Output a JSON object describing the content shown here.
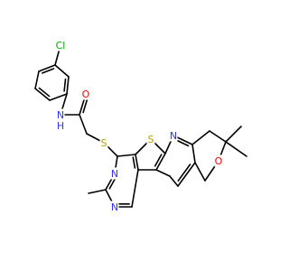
{
  "diagram": {
    "type": "chemical-structure",
    "colors": {
      "background": "#ffffff",
      "bond": "#000000",
      "carbon": "#000000",
      "nitrogen": "#3333ff",
      "oxygen": "#ff0000",
      "sulfur": "#b8a000",
      "chlorine": "#00a800"
    },
    "atom_labels": {
      "cl": "Cl",
      "nh_n": "N",
      "nh_h": "H",
      "carbonyl_o": "O",
      "thioether_s": "S",
      "thiophene_s": "S",
      "pyridine_n": "N",
      "pyrimidine_n_upper": "N",
      "pyrimidine_n_lower": "N",
      "pyran_o": "O"
    }
  }
}
